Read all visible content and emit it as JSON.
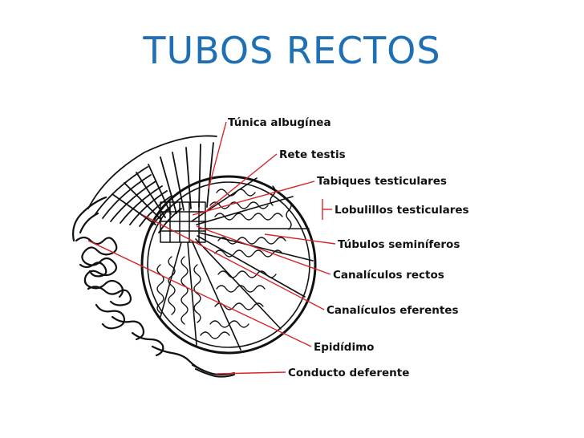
{
  "slide": {
    "title": "TUBOS RECTOS",
    "title_color": "#1f6fb5"
  },
  "diagram": {
    "leader_color": "#d8242a",
    "labels": [
      {
        "id": "tunica",
        "text": "Túnica albugínea"
      },
      {
        "id": "rete",
        "text": "Rete testis"
      },
      {
        "id": "tabiques",
        "text": "Tabiques testiculares"
      },
      {
        "id": "lobulillos",
        "text": "Lobulillos testiculares"
      },
      {
        "id": "tubulos",
        "text": "Túbulos seminíferos"
      },
      {
        "id": "canal-rectos",
        "text": "Canalículos rectos"
      },
      {
        "id": "canal-eferentes",
        "text": "Canalículos eferentes"
      },
      {
        "id": "epididimo",
        "text": "Epidídimo"
      },
      {
        "id": "conducto",
        "text": "Conducto deferente"
      }
    ]
  }
}
